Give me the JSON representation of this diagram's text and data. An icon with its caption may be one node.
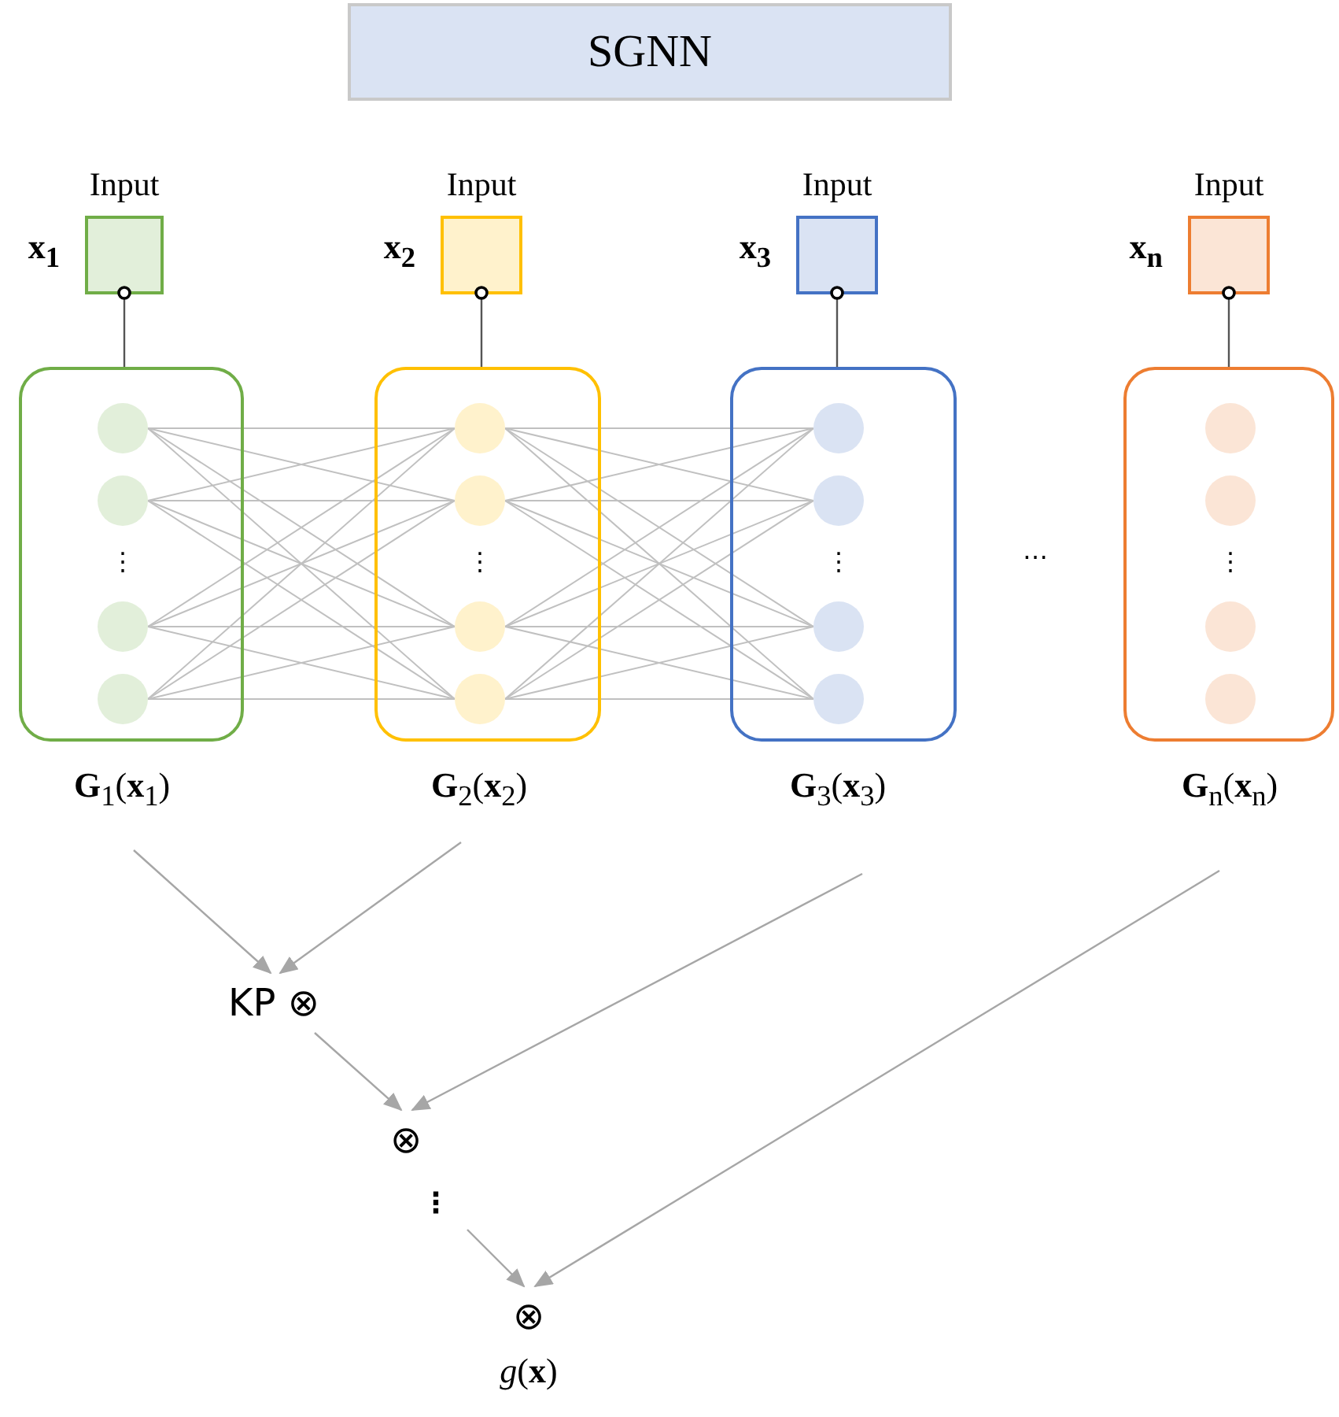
{
  "diagram": {
    "nodes": [
      {
        "text": [
          "SGNN"
        ]
      },
      {
        "text": [
          "Input"
        ],
        "beside": [
          "x$_{1}$"
        ]
      },
      {
        "text": [
          "Input"
        ],
        "beside": [
          "x$_{2}$"
        ]
      },
      {
        "text": [
          "Input"
        ],
        "beside": [
          "x$_{3}$"
        ]
      },
      {
        "text": [
          "Input"
        ],
        "beside": [
          "x$_{n}$"
        ]
      },
      {
        "text": [
          "**G**$_{1}$(**x**$_{1}$)"
        ]
      },
      {
        "text": [
          "**G**$_{2}$(**x**$_{2}$)"
        ]
      },
      {
        "text": [
          "**G**$_{3}$(**x**$_{3}$)"
        ]
      },
      {
        "text": [
          "**G**$_{n}$(**x**$_{n}$)"
        ]
      },
      {
        "text": [
          "KP ⊗"
        ]
      },
      {
        "text": [
          "⊗"
        ]
      },
      {
        "text": [
          "⋮"
        ]
      },
      {
        "text": [
          "⊗"
        ],
        "beside": [
          "*g*(**x**)"
        ]
      }
    ],
    "edges": [
      {
        "from": 1,
        "to": 5,
        "arrow": "other"
      },
      {
        "from": 2,
        "to": 6,
        "arrow": "other"
      },
      {
        "from": 3,
        "to": 7,
        "arrow": "other"
      },
      {
        "from": 4,
        "to": 8,
        "arrow": "other"
      },
      {
        "from": 5,
        "to": 9,
        "arrow": "to"
      },
      {
        "from": 6,
        "to": 9,
        "arrow": "to"
      },
      {
        "from": 9,
        "to": 10,
        "arrow": "to"
      },
      {
        "from": 7,
        "to": 10,
        "arrow": "to"
      },
      {
        "from": 11,
        "to": 12,
        "arrow": "to"
      },
      {
        "from": 8,
        "to": 12,
        "arrow": "to"
      }
    ],
    "labels": [
      "⋮",
      "⋮",
      "⋮",
      "…",
      "⋮"
    ]
  }
}
